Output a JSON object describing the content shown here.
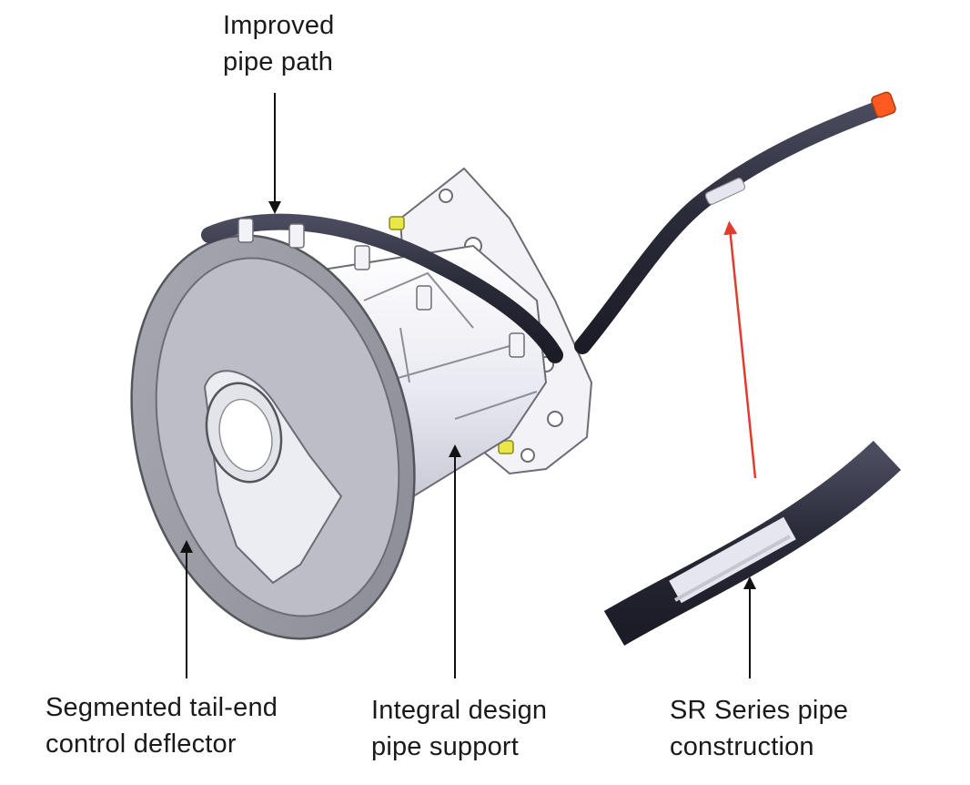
{
  "labels": {
    "pipe_path": {
      "line1": "Improved",
      "line2": "pipe path"
    },
    "deflector": {
      "line1": "Segmented tail-end",
      "line2": "control deflector"
    },
    "support": {
      "line1": "Integral design",
      "line2": "pipe support"
    },
    "pipe_construction": {
      "line1": "SR Series pipe",
      "line2": "construction"
    }
  },
  "colors": {
    "arrow": "#111111",
    "highlight_arrow": "#e23b2e",
    "metal": "#c9c9d1",
    "metal_dark": "#8e8e97",
    "hose": "#2b2c3a",
    "pipe_end": "#ff5a1f",
    "bolt": "#e8e84a"
  }
}
